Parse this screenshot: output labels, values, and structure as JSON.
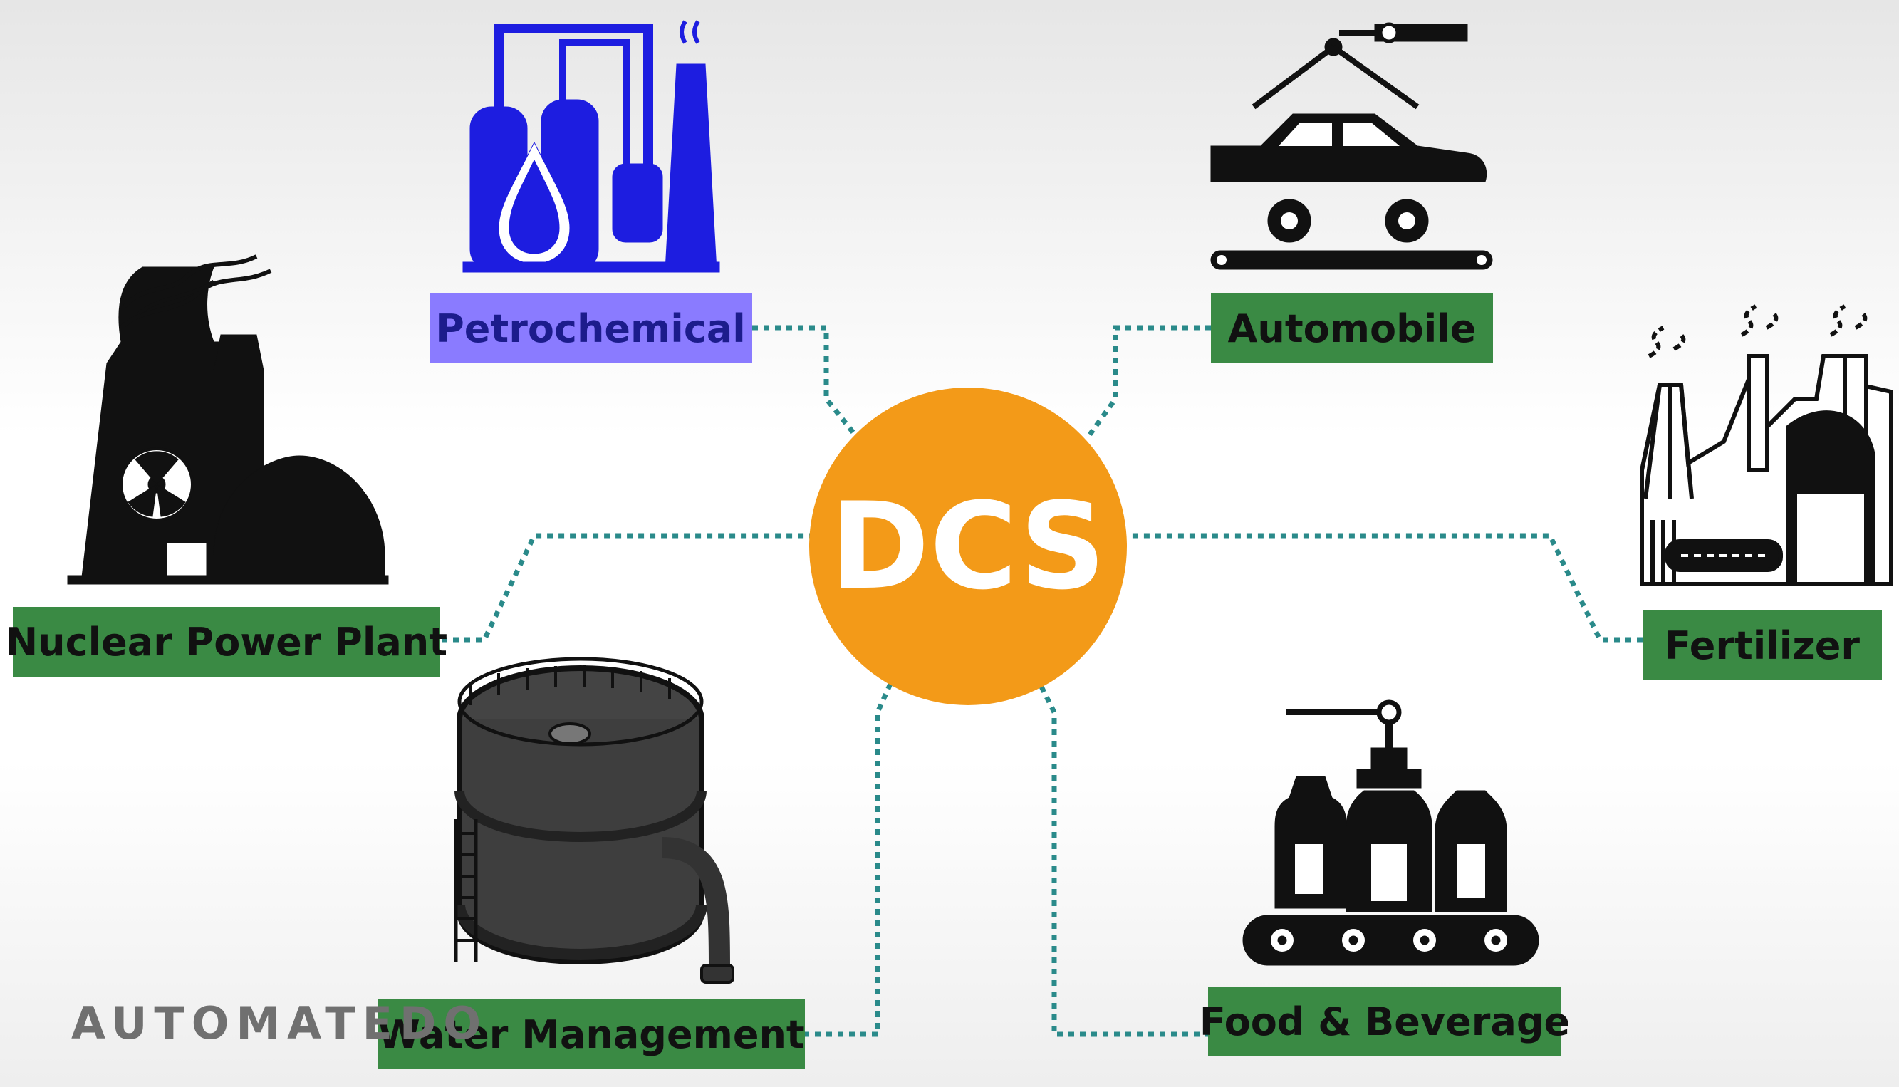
{
  "diagram": {
    "center": "DCS",
    "nodes": [
      {
        "id": "petrochemical",
        "label": "Petrochemical",
        "icon": "petrochemical-plant-icon"
      },
      {
        "id": "automobile",
        "label": "Automobile",
        "icon": "car-assembly-icon"
      },
      {
        "id": "nuclear",
        "label": "Nuclear Power Plant",
        "icon": "nuclear-plant-icon"
      },
      {
        "id": "fertilizer",
        "label": "Fertilizer",
        "icon": "factory-icon"
      },
      {
        "id": "water",
        "label": "Water Management",
        "icon": "water-tank-icon"
      },
      {
        "id": "food",
        "label": "Food & Beverage",
        "icon": "bottling-line-icon"
      }
    ],
    "colors": {
      "hub": "#f39a18",
      "label_green": "#3a8a44",
      "label_purple": "#8a7bff",
      "connector": "#2a8a8a",
      "petro_icon": "#1d1de0"
    }
  },
  "brand": "AUTOMATEDO"
}
